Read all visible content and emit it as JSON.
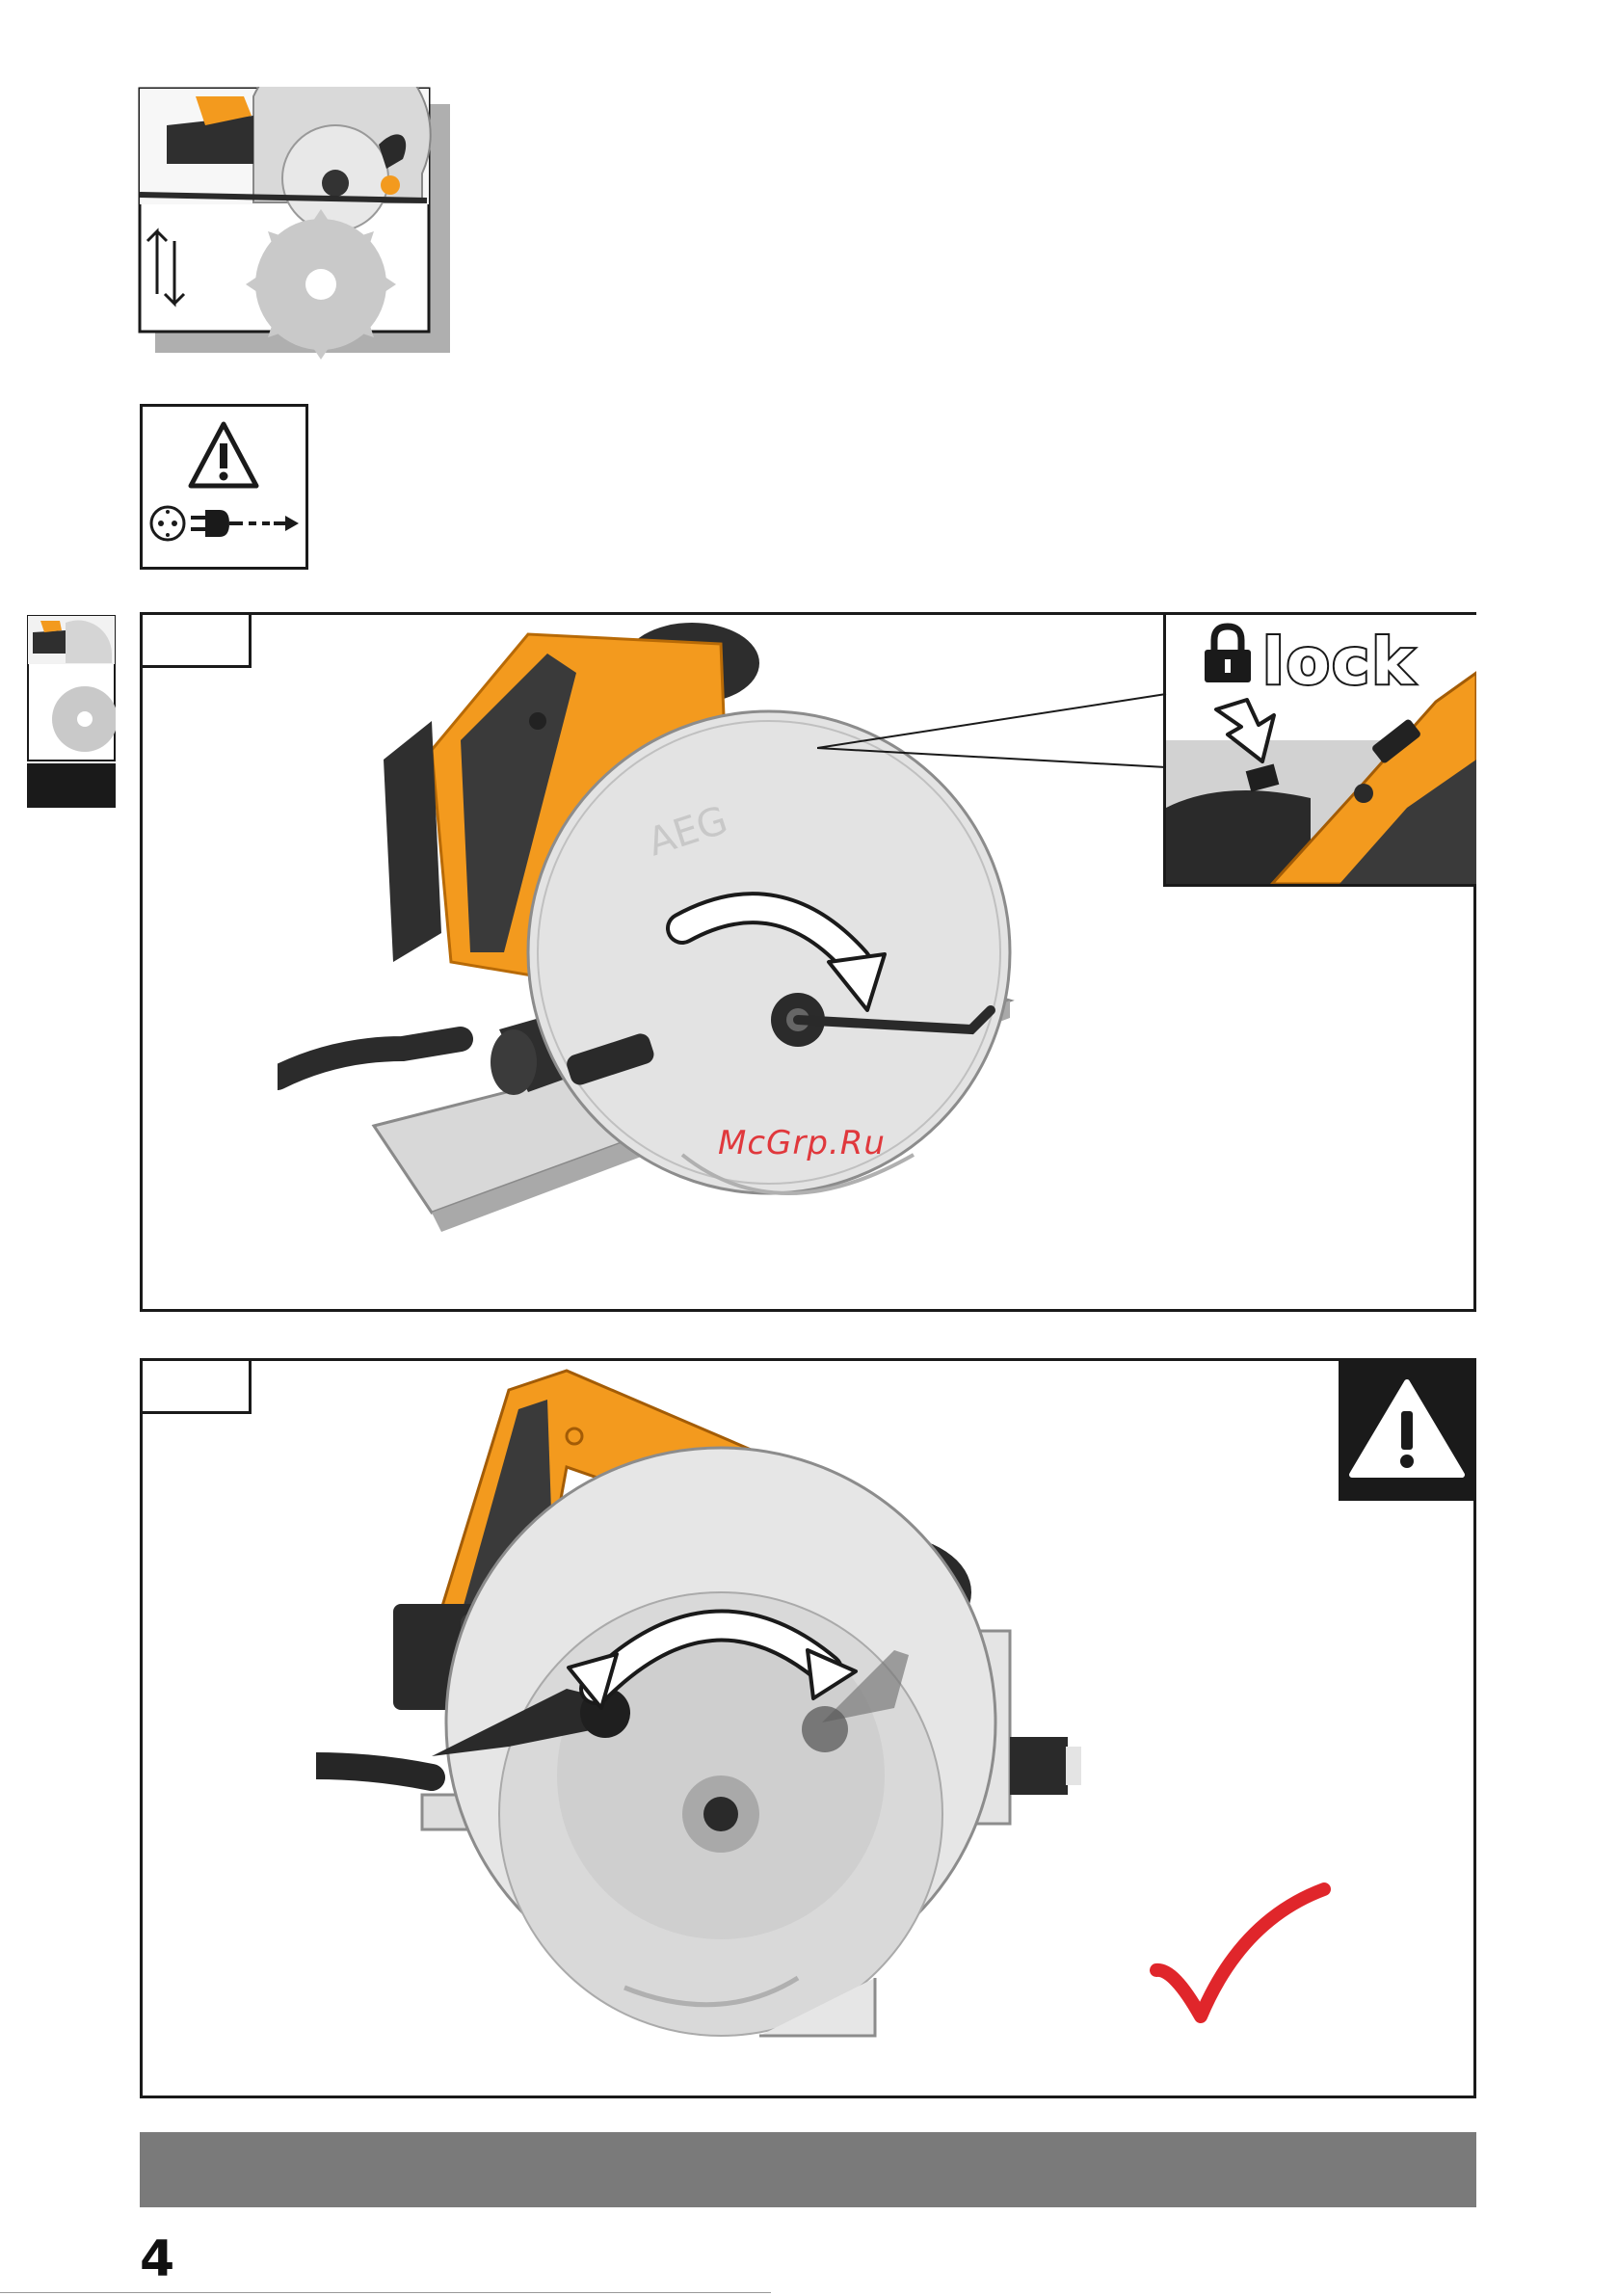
{
  "detail_inset": {
    "lock_text": "lock"
  },
  "watermark": {
    "text": "McGrp.Ru"
  },
  "page": {
    "number": "4"
  },
  "colors": {
    "brand_orange": "#F39A1E",
    "dark_grey": "#3a3a3a",
    "blade_grey": "#cfcfcf",
    "check_red": "#e0262b",
    "footer_grey": "#7a7a7a"
  },
  "icons": [
    "blade-change-thumbnail-icon",
    "warning-icon",
    "unplug-icon",
    "section-thumbnail-icon",
    "lock-icon",
    "rotation-arrow-icon",
    "swing-arrow-icon",
    "checkmark-icon"
  ]
}
